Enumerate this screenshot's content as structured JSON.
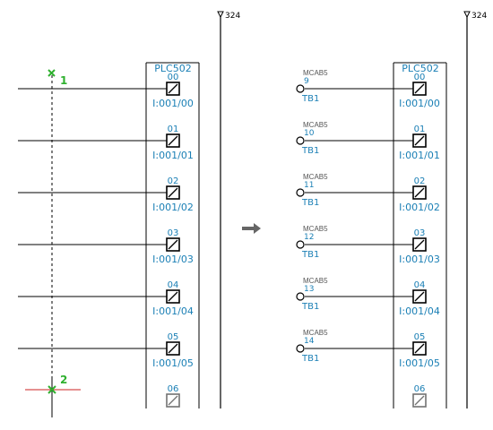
{
  "wire_number": "324",
  "left_panel": {
    "plc_label": "PLC502",
    "terminals": [
      {
        "num": "00",
        "addr": "I:001/00"
      },
      {
        "num": "01",
        "addr": "I:001/01"
      },
      {
        "num": "02",
        "addr": "I:001/02"
      },
      {
        "num": "03",
        "addr": "I:001/03"
      },
      {
        "num": "04",
        "addr": "I:001/04"
      },
      {
        "num": "05",
        "addr": "I:001/05"
      },
      {
        "num": "06",
        "addr": ""
      }
    ],
    "pick_points": [
      "1",
      "2"
    ]
  },
  "right_panel": {
    "plc_label": "PLC502",
    "terminals": [
      {
        "num": "00",
        "addr": "I:001/00"
      },
      {
        "num": "01",
        "addr": "I:001/01"
      },
      {
        "num": "02",
        "addr": "I:001/02"
      },
      {
        "num": "03",
        "addr": "I:001/03"
      },
      {
        "num": "04",
        "addr": "I:001/04"
      },
      {
        "num": "05",
        "addr": "I:001/05"
      },
      {
        "num": "06",
        "addr": ""
      }
    ],
    "terminal_blocks": [
      {
        "tag": "MCAB5",
        "num": "9",
        "strip": "TB1"
      },
      {
        "tag": "MCAB5",
        "num": "10",
        "strip": "TB1"
      },
      {
        "tag": "MCAB5",
        "num": "11",
        "strip": "TB1"
      },
      {
        "tag": "MCAB5",
        "num": "12",
        "strip": "TB1"
      },
      {
        "tag": "MCAB5",
        "num": "13",
        "strip": "TB1"
      },
      {
        "tag": "MCAB5",
        "num": "14",
        "strip": "TB1"
      }
    ]
  },
  "colors": {
    "label_blue": "#1a7fb5",
    "pick_green": "#2fb02f",
    "pick_red": "#cc2222",
    "arrow_gray": "#666666"
  }
}
